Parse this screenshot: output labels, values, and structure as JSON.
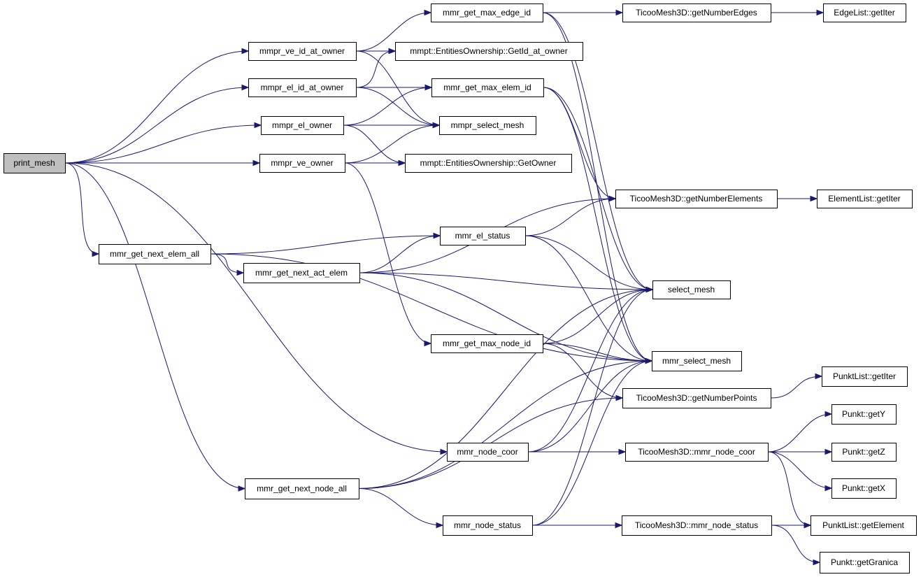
{
  "graph": {
    "nodes": [
      {
        "id": "print_mesh",
        "label": "print_mesh",
        "root": true
      },
      {
        "id": "mmpr_ve_id_at_owner",
        "label": "mmpr_ve_id_at_owner"
      },
      {
        "id": "mmpr_el_id_at_owner",
        "label": "mmpr_el_id_at_owner"
      },
      {
        "id": "mmpr_el_owner",
        "label": "mmpr_el_owner"
      },
      {
        "id": "mmpr_ve_owner",
        "label": "mmpr_ve_owner"
      },
      {
        "id": "mmr_get_next_elem_all",
        "label": "mmr_get_next_elem_all"
      },
      {
        "id": "mmr_get_next_act_elem",
        "label": "mmr_get_next_act_elem"
      },
      {
        "id": "mmr_node_coor",
        "label": "mmr_node_coor"
      },
      {
        "id": "mmr_get_next_node_all",
        "label": "mmr_get_next_node_all"
      },
      {
        "id": "mmr_node_status",
        "label": "mmr_node_status"
      },
      {
        "id": "mmr_get_max_edge_id",
        "label": "mmr_get_max_edge_id"
      },
      {
        "id": "GetId_at_owner",
        "label": "mmpt::EntitiesOwnership::GetId_at_owner"
      },
      {
        "id": "mmr_get_max_elem_id",
        "label": "mmr_get_max_elem_id"
      },
      {
        "id": "mmpr_select_mesh",
        "label": "mmpr_select_mesh"
      },
      {
        "id": "GetOwner",
        "label": "mmpt::EntitiesOwnership::GetOwner"
      },
      {
        "id": "mmr_el_status",
        "label": "mmr_el_status"
      },
      {
        "id": "mmr_get_max_node_id",
        "label": "mmr_get_max_node_id"
      },
      {
        "id": "getNumberEdges",
        "label": "TicooMesh3D::getNumberEdges"
      },
      {
        "id": "getNumberElements",
        "label": "TicooMesh3D::getNumberElements"
      },
      {
        "id": "select_mesh",
        "label": "select_mesh"
      },
      {
        "id": "mmr_select_mesh",
        "label": "mmr_select_mesh"
      },
      {
        "id": "getNumberPoints",
        "label": "TicooMesh3D::getNumberPoints"
      },
      {
        "id": "T_mmr_node_coor",
        "label": "TicooMesh3D::mmr_node_coor"
      },
      {
        "id": "T_mmr_node_status",
        "label": "TicooMesh3D::mmr_node_status"
      },
      {
        "id": "EdgeList_getIter",
        "label": "EdgeList::getIter"
      },
      {
        "id": "ElementList_getIter",
        "label": "ElementList::getIter"
      },
      {
        "id": "PunktList_getIter",
        "label": "PunktList::getIter"
      },
      {
        "id": "Punkt_getY",
        "label": "Punkt::getY"
      },
      {
        "id": "Punkt_getZ",
        "label": "Punkt::getZ"
      },
      {
        "id": "Punkt_getX",
        "label": "Punkt::getX"
      },
      {
        "id": "PunktList_getElement",
        "label": "PunktList::getElement"
      },
      {
        "id": "Punkt_getGranica",
        "label": "Punkt::getGranica"
      }
    ],
    "edges": [
      [
        "print_mesh",
        "mmpr_ve_id_at_owner"
      ],
      [
        "print_mesh",
        "mmpr_el_id_at_owner"
      ],
      [
        "print_mesh",
        "mmpr_el_owner"
      ],
      [
        "print_mesh",
        "mmpr_ve_owner"
      ],
      [
        "print_mesh",
        "mmr_get_next_elem_all"
      ],
      [
        "print_mesh",
        "mmr_node_coor"
      ],
      [
        "print_mesh",
        "mmr_get_next_node_all"
      ],
      [
        "mmpr_ve_id_at_owner",
        "mmr_get_max_edge_id"
      ],
      [
        "mmpr_ve_id_at_owner",
        "GetId_at_owner"
      ],
      [
        "mmpr_ve_id_at_owner",
        "mmpr_select_mesh"
      ],
      [
        "mmpr_el_id_at_owner",
        "GetId_at_owner"
      ],
      [
        "mmpr_el_id_at_owner",
        "mmr_get_max_elem_id"
      ],
      [
        "mmpr_el_id_at_owner",
        "mmpr_select_mesh"
      ],
      [
        "mmpr_el_owner",
        "mmr_get_max_elem_id"
      ],
      [
        "mmpr_el_owner",
        "mmpr_select_mesh"
      ],
      [
        "mmpr_el_owner",
        "GetOwner"
      ],
      [
        "mmpr_ve_owner",
        "mmpr_select_mesh"
      ],
      [
        "mmpr_ve_owner",
        "GetOwner"
      ],
      [
        "mmpr_ve_owner",
        "mmr_get_max_node_id"
      ],
      [
        "mmr_get_max_edge_id",
        "getNumberEdges"
      ],
      [
        "mmr_get_max_edge_id",
        "select_mesh"
      ],
      [
        "mmr_get_max_edge_id",
        "mmr_select_mesh"
      ],
      [
        "getNumberEdges",
        "EdgeList_getIter"
      ],
      [
        "mmr_get_max_elem_id",
        "getNumberElements"
      ],
      [
        "mmr_get_max_elem_id",
        "select_mesh"
      ],
      [
        "mmr_get_max_elem_id",
        "mmr_select_mesh"
      ],
      [
        "getNumberElements",
        "ElementList_getIter"
      ],
      [
        "mmr_get_next_elem_all",
        "mmr_el_status"
      ],
      [
        "mmr_get_next_elem_all",
        "mmr_get_next_act_elem"
      ],
      [
        "mmr_get_next_elem_all",
        "mmr_select_mesh"
      ],
      [
        "mmr_get_next_act_elem",
        "mmr_el_status"
      ],
      [
        "mmr_get_next_act_elem",
        "getNumberElements"
      ],
      [
        "mmr_get_next_act_elem",
        "select_mesh"
      ],
      [
        "mmr_get_next_act_elem",
        "mmr_select_mesh"
      ],
      [
        "mmr_el_status",
        "getNumberElements"
      ],
      [
        "mmr_el_status",
        "select_mesh"
      ],
      [
        "mmr_el_status",
        "mmr_select_mesh"
      ],
      [
        "mmr_get_max_node_id",
        "select_mesh"
      ],
      [
        "mmr_get_max_node_id",
        "mmr_select_mesh"
      ],
      [
        "mmr_get_max_node_id",
        "getNumberPoints"
      ],
      [
        "getNumberPoints",
        "PunktList_getIter"
      ],
      [
        "mmr_node_coor",
        "select_mesh"
      ],
      [
        "mmr_node_coor",
        "mmr_select_mesh"
      ],
      [
        "mmr_node_coor",
        "T_mmr_node_coor"
      ],
      [
        "T_mmr_node_coor",
        "Punkt_getY"
      ],
      [
        "T_mmr_node_coor",
        "Punkt_getZ"
      ],
      [
        "T_mmr_node_coor",
        "Punkt_getX"
      ],
      [
        "T_mmr_node_coor",
        "PunktList_getElement"
      ],
      [
        "mmr_get_next_node_all",
        "select_mesh"
      ],
      [
        "mmr_get_next_node_all",
        "mmr_select_mesh"
      ],
      [
        "mmr_get_next_node_all",
        "mmr_node_status"
      ],
      [
        "mmr_get_next_node_all",
        "getNumberPoints"
      ],
      [
        "mmr_node_status",
        "select_mesh"
      ],
      [
        "mmr_node_status",
        "mmr_select_mesh"
      ],
      [
        "mmr_node_status",
        "T_mmr_node_status"
      ],
      [
        "T_mmr_node_status",
        "PunktList_getElement"
      ],
      [
        "T_mmr_node_status",
        "Punkt_getGranica"
      ]
    ],
    "colors": {
      "edge": "#191970",
      "node_border": "#000000",
      "node_fill": "#ffffff",
      "root_fill": "#bfbfbf"
    }
  }
}
